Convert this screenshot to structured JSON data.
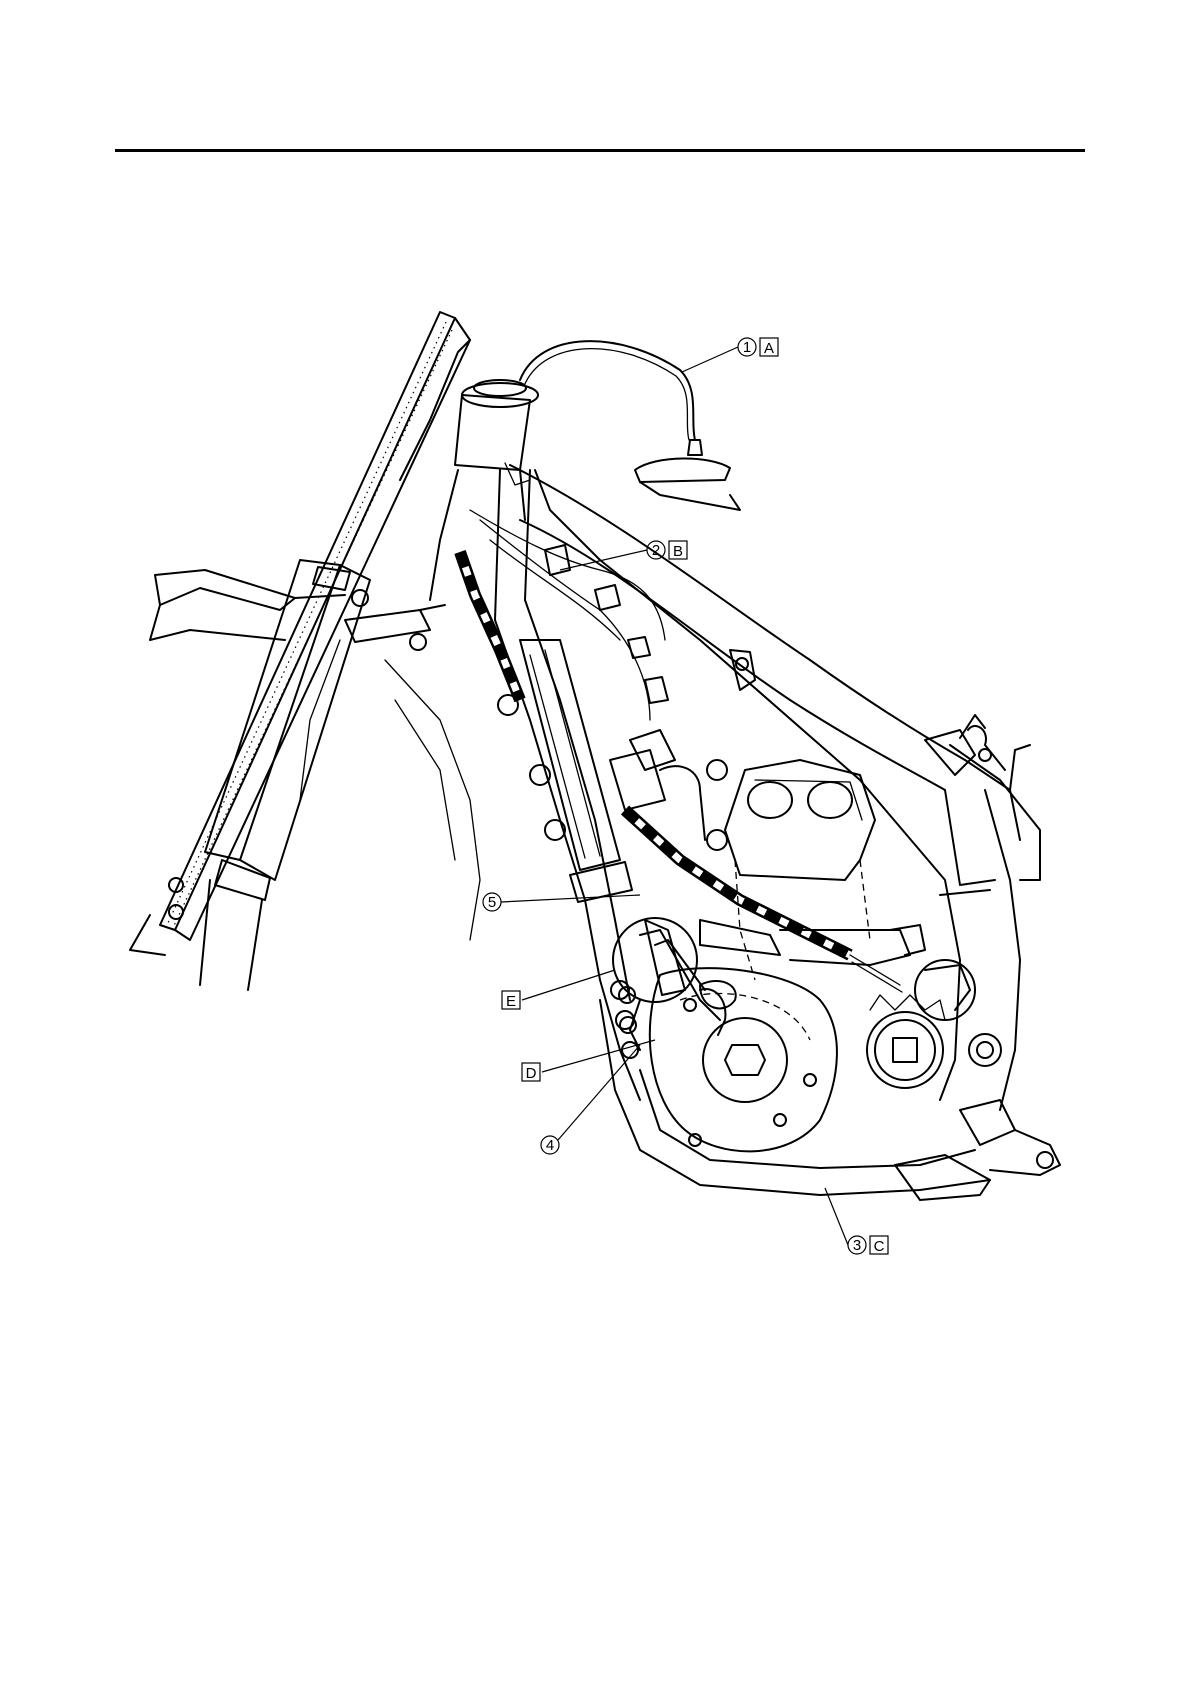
{
  "callouts": [
    {
      "num": "1",
      "letter": "A"
    },
    {
      "num": "2",
      "letter": "B"
    },
    {
      "num": "3",
      "letter": "C"
    },
    {
      "num": "4",
      "letter": ""
    },
    {
      "num": "5",
      "letter": ""
    },
    {
      "num": "",
      "letter": "D"
    },
    {
      "num": "",
      "letter": "E"
    }
  ]
}
